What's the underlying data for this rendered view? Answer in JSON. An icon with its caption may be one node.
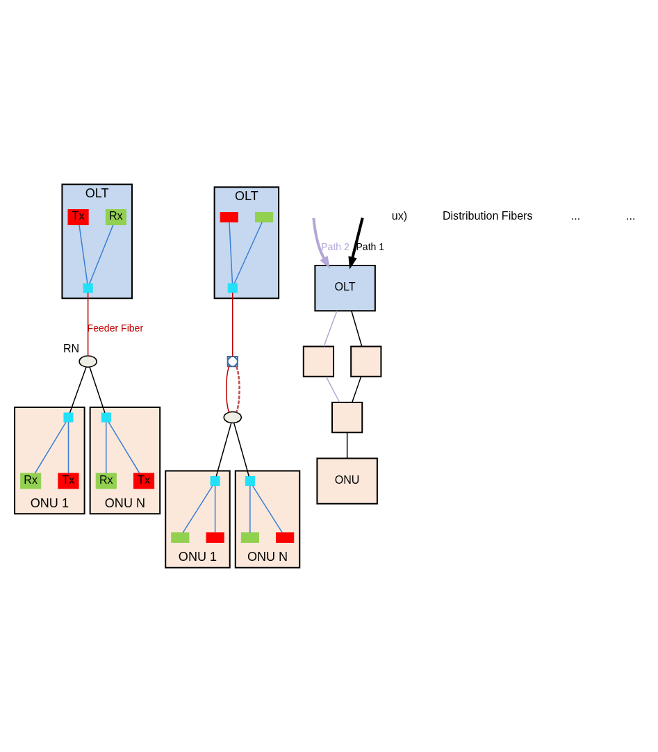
{
  "diagram": {
    "nodes": [
      {
        "text": [
          "OLT"
        ]
      },
      {
        "text": [
          "Rx"
        ],
        "in": 0
      },
      {
        "text": [
          "Tx"
        ],
        "in": 0
      },
      {
        "text": [],
        "shape": "box",
        "in": 0
      },
      {
        "text": [],
        "shape": "ellipse",
        "beside": [
          "RN"
        ]
      },
      {
        "text": [
          "ONU 1"
        ]
      },
      {
        "text": [],
        "shape": "box",
        "in": 5
      },
      {
        "text": [
          "Rx"
        ],
        "in": 5
      },
      {
        "text": [
          "Tx"
        ],
        "in": 5
      },
      {
        "text": [
          "ONU N"
        ]
      },
      {
        "text": [],
        "shape": "box",
        "in": 9
      },
      {
        "text": [
          "Rx"
        ],
        "in": 9
      },
      {
        "text": [
          "Tx"
        ],
        "in": 9
      },
      {
        "text": [
          "OLT"
        ]
      },
      {
        "text": [],
        "shape": "box",
        "in": 13
      },
      {
        "text": [],
        "shape": "box",
        "in": 13
      },
      {
        "text": [],
        "shape": "box",
        "in": 13
      },
      {
        "text": [],
        "shape": "box"
      },
      {
        "text": [],
        "shape": "ellipse"
      },
      {
        "text": [
          "ONU 1"
        ]
      },
      {
        "text": [],
        "shape": "box",
        "in": 19
      },
      {
        "text": [],
        "shape": "box",
        "in": 19
      },
      {
        "text": [],
        "shape": "box",
        "in": 19
      },
      {
        "text": [
          "ONU N"
        ]
      },
      {
        "text": [],
        "shape": "box",
        "in": 23
      },
      {
        "text": [],
        "shape": "box",
        "in": 23
      },
      {
        "text": [],
        "shape": "box",
        "in": 23
      },
      {
        "text": [
          "OLT"
        ]
      },
      {
        "text": [],
        "shape": "box"
      },
      {
        "text": [],
        "shape": "box"
      },
      {
        "text": [],
        "shape": "box"
      },
      {
        "text": [
          "ONU"
        ]
      }
    ],
    "edges": [
      {
        "from": 1,
        "to": 3,
        "arrow": "none",
        "color": "#3a7fd5"
      },
      {
        "from": 2,
        "to": 3,
        "arrow": "none",
        "color": "#3a7fd5"
      },
      {
        "from": 3,
        "to": 4,
        "arrow": "none",
        "color": "#c00000",
        "label": "Feeder Fiber"
      },
      {
        "from": 4,
        "to": 6,
        "arrow": "none",
        "color": "#000000"
      },
      {
        "from": 4,
        "to": 10,
        "arrow": "none",
        "color": "#000000"
      },
      {
        "from": 6,
        "to": 7,
        "arrow": "none",
        "color": "#3a7fd5"
      },
      {
        "from": 6,
        "to": 8,
        "arrow": "none",
        "color": "#3a7fd5"
      },
      {
        "from": 10,
        "to": 11,
        "arrow": "none",
        "color": "#3a7fd5"
      },
      {
        "from": 10,
        "to": 12,
        "arrow": "none",
        "color": "#3a7fd5"
      },
      {
        "from": 14,
        "to": 16,
        "arrow": "none",
        "color": "#3a7fd5"
      },
      {
        "from": 15,
        "to": 16,
        "arrow": "none",
        "color": "#3a7fd5"
      },
      {
        "from": 16,
        "to": 17,
        "arrow": "none",
        "color": "#c00000"
      },
      {
        "from": 17,
        "to": 18,
        "arrow": "none",
        "color": "#c00000"
      },
      {
        "from": 17,
        "to": 18,
        "arrow": "none",
        "style": "dashed",
        "color": "#c0504d"
      },
      {
        "from": 18,
        "to": 20,
        "arrow": "none",
        "color": "#000000"
      },
      {
        "from": 18,
        "to": 24,
        "arrow": "none",
        "color": "#000000"
      },
      {
        "from": 20,
        "to": 21,
        "arrow": "none",
        "color": "#3a7fd5"
      },
      {
        "from": 20,
        "to": 22,
        "arrow": "none",
        "color": "#3a7fd5"
      },
      {
        "from": 24,
        "to": 25,
        "arrow": "none",
        "color": "#3a7fd5"
      },
      {
        "from": 24,
        "to": 26,
        "arrow": "none",
        "color": "#3a7fd5"
      },
      {
        "from": 27,
        "to": 28,
        "arrow": "none",
        "color": "#b4a7d6"
      },
      {
        "from": 27,
        "to": 29,
        "arrow": "none",
        "color": "#000000"
      },
      {
        "from": 28,
        "to": 30,
        "arrow": "none",
        "color": "#b4a7d6"
      },
      {
        "from": 29,
        "to": 30,
        "arrow": "none",
        "color": "#000000"
      },
      {
        "from": 30,
        "to": 31,
        "arrow": "none",
        "color": "#000000"
      },
      {
        "from": null,
        "to": 27,
        "arrow": "to",
        "style": "thick",
        "color": "#b4a7d6",
        "label": "Path 2"
      },
      {
        "from": null,
        "to": 27,
        "arrow": "to",
        "style": "thick",
        "color": "#000000",
        "label": "Path 1"
      }
    ],
    "labels": [
      "ux)",
      "Distribution Fibers",
      "...",
      "..."
    ]
  }
}
